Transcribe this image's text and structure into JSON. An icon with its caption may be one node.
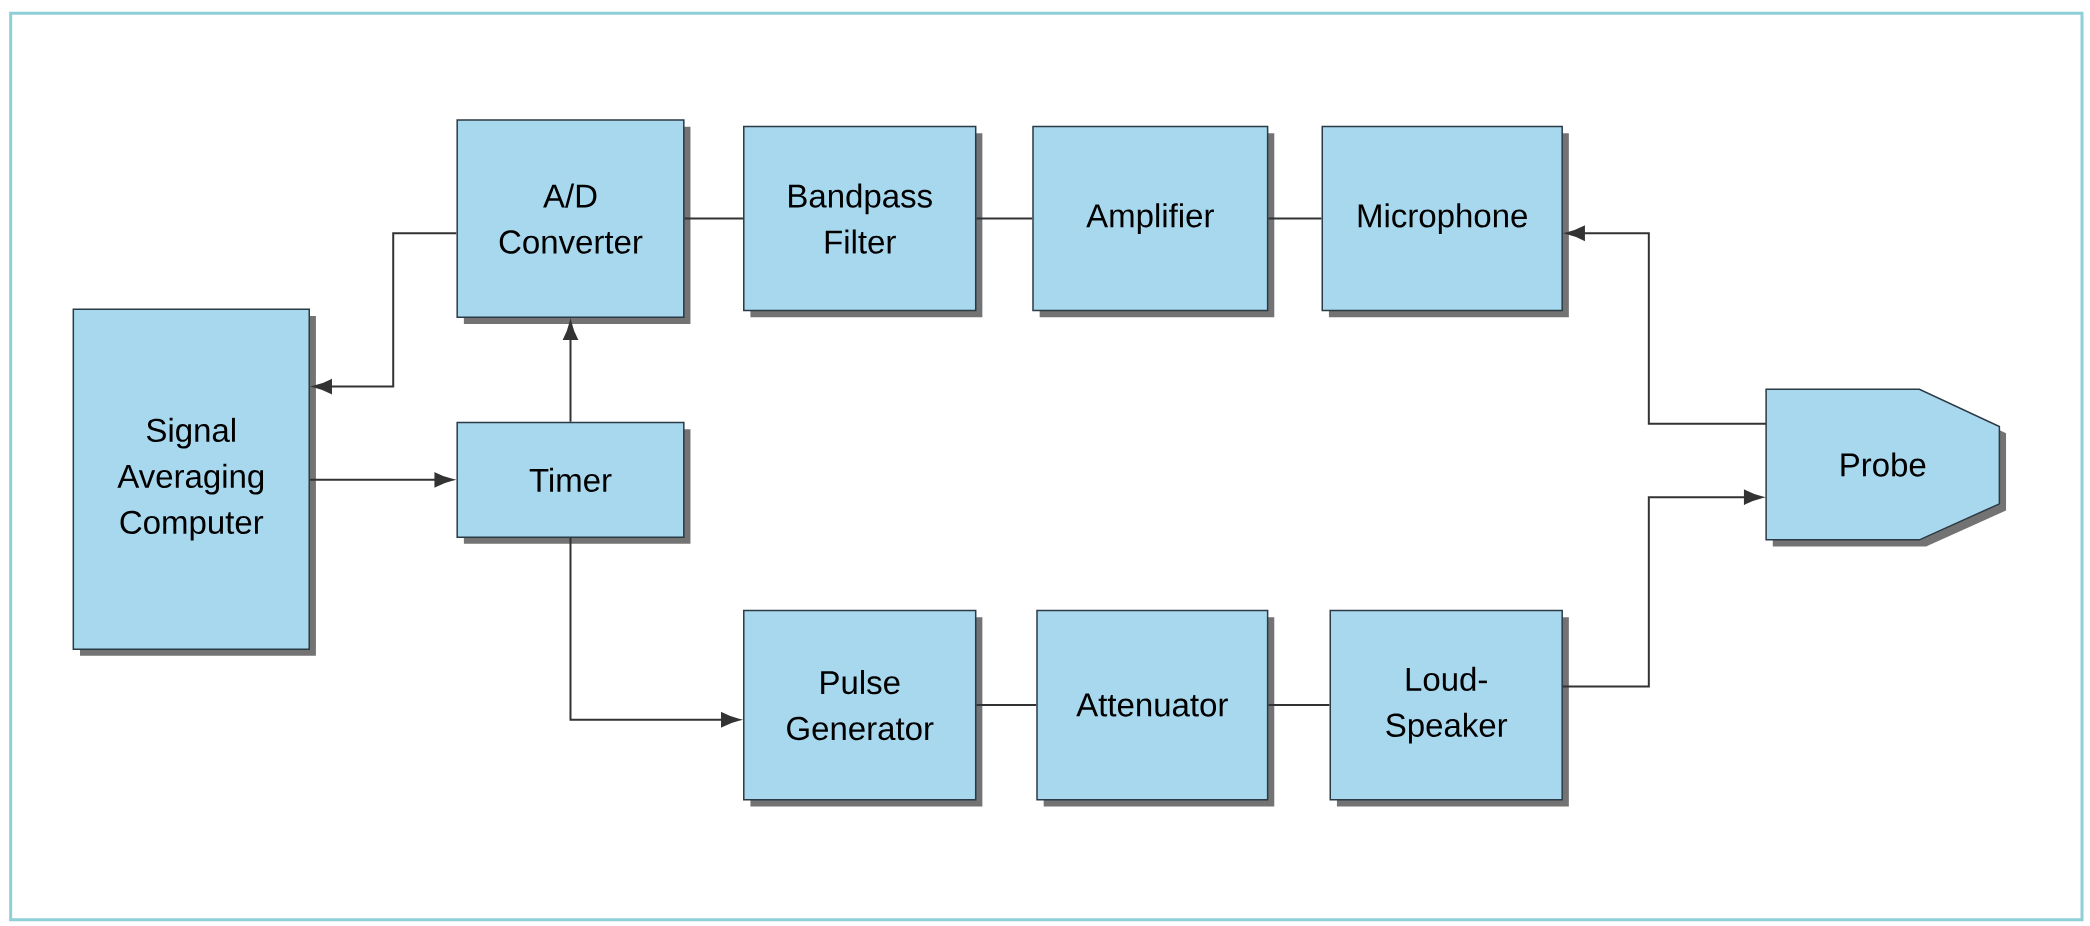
{
  "diagram": {
    "nodes": [
      {
        "text": [
          "A/D Converter"
        ]
      },
      {
        "text": [
          "Bandpass Filter"
        ]
      },
      {
        "text": [
          "Amplifier"
        ]
      },
      {
        "text": [
          "Microphone"
        ]
      },
      {
        "text": [
          "Signal Averaging Computer"
        ]
      },
      {
        "text": [
          "Timer"
        ]
      },
      {
        "text": [
          "Probe"
        ]
      },
      {
        "text": [
          "Pulse Generator"
        ]
      },
      {
        "text": [
          "Attenuator"
        ]
      },
      {
        "text": [
          "Loud-Speaker"
        ]
      }
    ],
    "edges": [
      {
        "from": 3,
        "to": 2,
        "arrow": "none"
      },
      {
        "from": 2,
        "to": 1,
        "arrow": "none"
      },
      {
        "from": 1,
        "to": 0,
        "arrow": "none"
      },
      {
        "from": 0,
        "to": 4,
        "arrow": "to"
      },
      {
        "from": 4,
        "to": 5,
        "arrow": "to"
      },
      {
        "from": 5,
        "to": 0,
        "arrow": "to"
      },
      {
        "from": 5,
        "to": 7,
        "arrow": "to"
      },
      {
        "from": 7,
        "to": 8,
        "arrow": "none"
      },
      {
        "from": 8,
        "to": 9,
        "arrow": "none"
      },
      {
        "from": 9,
        "to": 6,
        "arrow": "to"
      },
      {
        "from": 6,
        "to": 3,
        "arrow": "to"
      }
    ]
  }
}
